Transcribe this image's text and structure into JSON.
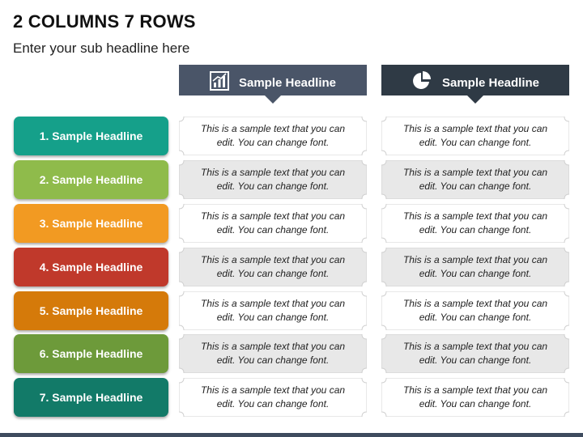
{
  "title": "2 COLUMNS 7 ROWS",
  "subtitle": "Enter your sub headline here",
  "columns": [
    {
      "label": "Sample Headline",
      "icon": "bar-chart-icon",
      "color": "#4a5568"
    },
    {
      "label": "Sample Headline",
      "icon": "pie-chart-icon",
      "color": "#2f3a45"
    }
  ],
  "rows": [
    {
      "label": "1. Sample Headline",
      "color": "#15a08a"
    },
    {
      "label": "2. Sample Headline",
      "color": "#8fbb4b"
    },
    {
      "label": "3. Sample Headline",
      "color": "#f29a22"
    },
    {
      "label": "4. Sample Headline",
      "color": "#c0392b"
    },
    {
      "label": "5. Sample Headline",
      "color": "#d57a0a"
    },
    {
      "label": "6. Sample Headline",
      "color": "#6d9a3a"
    },
    {
      "label": "7. Sample Headline",
      "color": "#127a68"
    }
  ],
  "cell_text": "This is a sample text that you can edit. You can change font.",
  "colors": {
    "cell_light": "#ffffff",
    "cell_gray": "#e8e8e8",
    "footer": "#3e4b5e"
  }
}
